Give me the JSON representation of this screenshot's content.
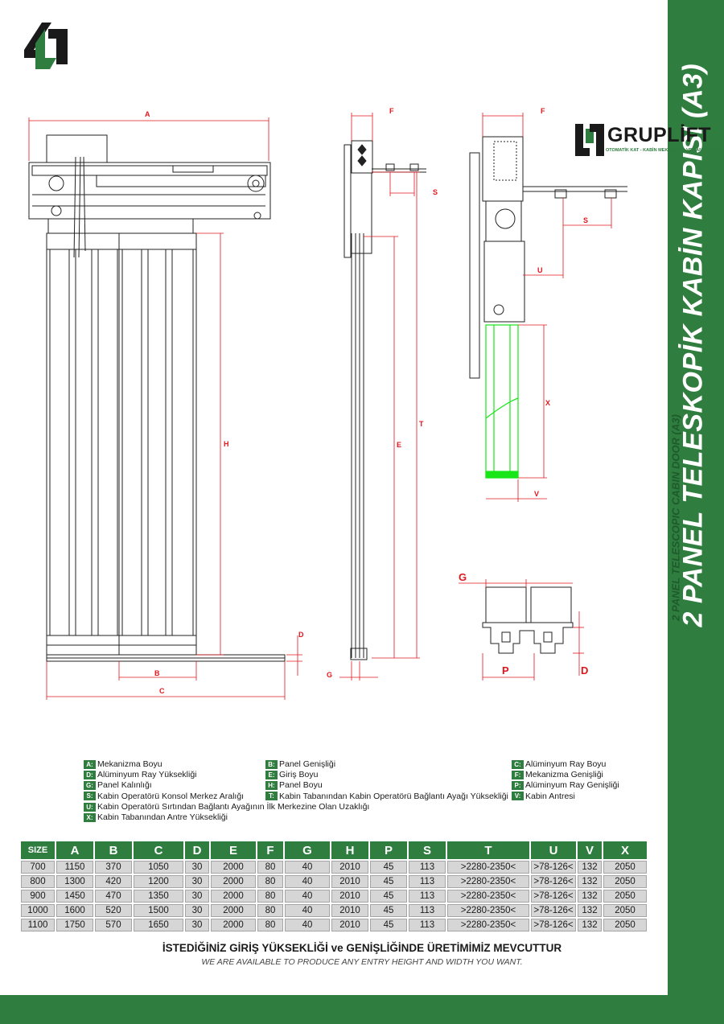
{
  "brand": {
    "name": "GRUPLİFT",
    "tagline": "OTOMATİK KAT - KABİN MEKANİZMA VE PANELLERİ",
    "colors": {
      "green": "#2f7d3f",
      "drawing_green": "#19e619",
      "dim_red": "#e0161d"
    }
  },
  "side": {
    "title": "2 PANEL TELESKOPİK KABİN KAPISI (A3)",
    "subtitle": "2 PANEL TELESCOPIC CABIN DOOR (A3)"
  },
  "drawing": {
    "logo_text": "GRUP LIFT",
    "labels": [
      "A",
      "B",
      "C",
      "D",
      "E",
      "F",
      "G",
      "H",
      "P",
      "S",
      "T",
      "U",
      "V",
      "X"
    ]
  },
  "legend": {
    "col1": [
      {
        "key": "A:",
        "text": "Mekanizma Boyu"
      },
      {
        "key": "D:",
        "text": "Alüminyum Ray Yüksekliği"
      },
      {
        "key": "G:",
        "text": "Panel Kalınlığı"
      },
      {
        "key": "S:",
        "text": "Kabin Operatörü Konsol Merkez Aralığı"
      },
      {
        "key": "U:",
        "text": "Kabin Operatörü Sırtından Bağlantı Ayağının İlk Merkezine Olan Uzaklığı"
      },
      {
        "key": "X:",
        "text": "Kabin Tabanından Antre Yüksekliği"
      }
    ],
    "col2": [
      {
        "key": "B:",
        "text": "Panel Genişliği"
      },
      {
        "key": "E:",
        "text": "Giriş Boyu"
      },
      {
        "key": "H:",
        "text": "Panel Boyu"
      },
      {
        "key": "T:",
        "text": "Kabin Tabanından Kabin Operatörü Bağlantı Ayağı Yüksekliği"
      }
    ],
    "col3": [
      {
        "key": "C:",
        "text": "Alüminyum Ray Boyu"
      },
      {
        "key": "F:",
        "text": "Mekanizma Genişliği"
      },
      {
        "key": "P:",
        "text": "Alüminyum Ray Genişliği"
      },
      {
        "key": "V:",
        "text": "Kabin Antresi"
      }
    ]
  },
  "table": {
    "headers": [
      "SIZE",
      "A",
      "B",
      "C",
      "D",
      "E",
      "F",
      "G",
      "H",
      "P",
      "S",
      "T",
      "U",
      "V",
      "X"
    ],
    "rows": [
      [
        "700",
        "1150",
        "370",
        "1050",
        "30",
        "2000",
        "80",
        "40",
        "2010",
        "45",
        "113",
        ">2280-2350<",
        ">78-126<",
        "132",
        "2050"
      ],
      [
        "800",
        "1300",
        "420",
        "1200",
        "30",
        "2000",
        "80",
        "40",
        "2010",
        "45",
        "113",
        ">2280-2350<",
        ">78-126<",
        "132",
        "2050"
      ],
      [
        "900",
        "1450",
        "470",
        "1350",
        "30",
        "2000",
        "80",
        "40",
        "2010",
        "45",
        "113",
        ">2280-2350<",
        ">78-126<",
        "132",
        "2050"
      ],
      [
        "1000",
        "1600",
        "520",
        "1500",
        "30",
        "2000",
        "80",
        "40",
        "2010",
        "45",
        "113",
        ">2280-2350<",
        ">78-126<",
        "132",
        "2050"
      ],
      [
        "1100",
        "1750",
        "570",
        "1650",
        "30",
        "2000",
        "80",
        "40",
        "2010",
        "45",
        "113",
        ">2280-2350<",
        ">78-126<",
        "132",
        "2050"
      ]
    ]
  },
  "notes": {
    "tr": "İSTEDİĞİNİZ GİRİŞ YÜKSEKLİĞİ ve GENİŞLİĞİNDE ÜRETİMİMİZ MEVCUTTUR",
    "en": "WE ARE AVAILABLE TO PRODUCE ANY ENTRY HEIGHT AND WIDTH YOU WANT."
  }
}
